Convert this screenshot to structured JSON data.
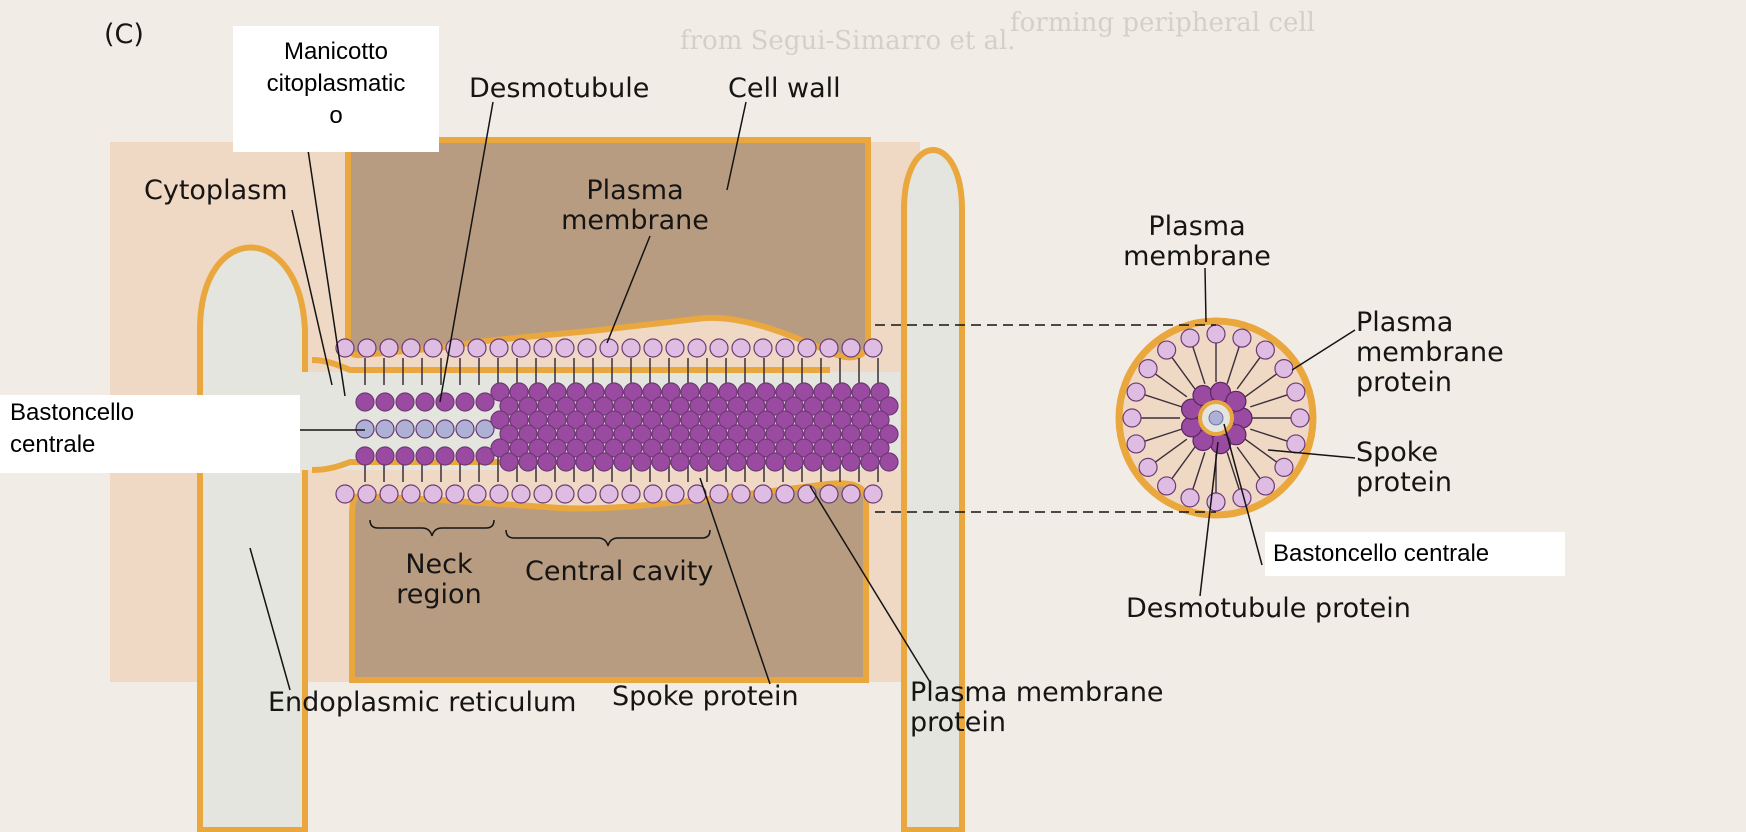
{
  "panel_label": "(C)",
  "background_text": {
    "top": "forming peripheral cell",
    "citation": "from Segui-Simarro et al."
  },
  "overlay_labels": {
    "manicotto": [
      "Manicotto",
      "citoplasmatic",
      "o"
    ],
    "bastoncello_left": [
      "Bastoncello",
      "centrale"
    ],
    "bastoncello_right": "Bastoncello centrale"
  },
  "labels": {
    "cytoplasm": "Cytoplasm",
    "desmotubule": "Desmotubule",
    "cell_wall": "Cell wall",
    "plasma_membrane_center": [
      "Plasma",
      "membrane"
    ],
    "neck_region": [
      "Neck",
      "region"
    ],
    "central_cavity": "Central cavity",
    "endoplasmic_reticulum": "Endoplasmic reticulum",
    "spoke_protein_bottom": "Spoke protein",
    "plasma_membrane_protein_bottom": [
      "Plasma membrane",
      "protein"
    ],
    "plasma_membrane_right": [
      "Plasma",
      "membrane"
    ],
    "plasma_membrane_protein_right": [
      "Plasma",
      "membrane",
      "protein"
    ],
    "spoke_protein_right": [
      "Spoke",
      "protein"
    ],
    "desmotubule_protein": "Desmotubule protein"
  },
  "colors": {
    "wall": "#b89c82",
    "membrane": "#e9a73d",
    "cytoplasm": "#e4e5de",
    "tint": "#efd8c4",
    "light_protein": "#dfbde3",
    "dark_protein": "#9a4aa0",
    "rod": "#aeb1d6"
  }
}
